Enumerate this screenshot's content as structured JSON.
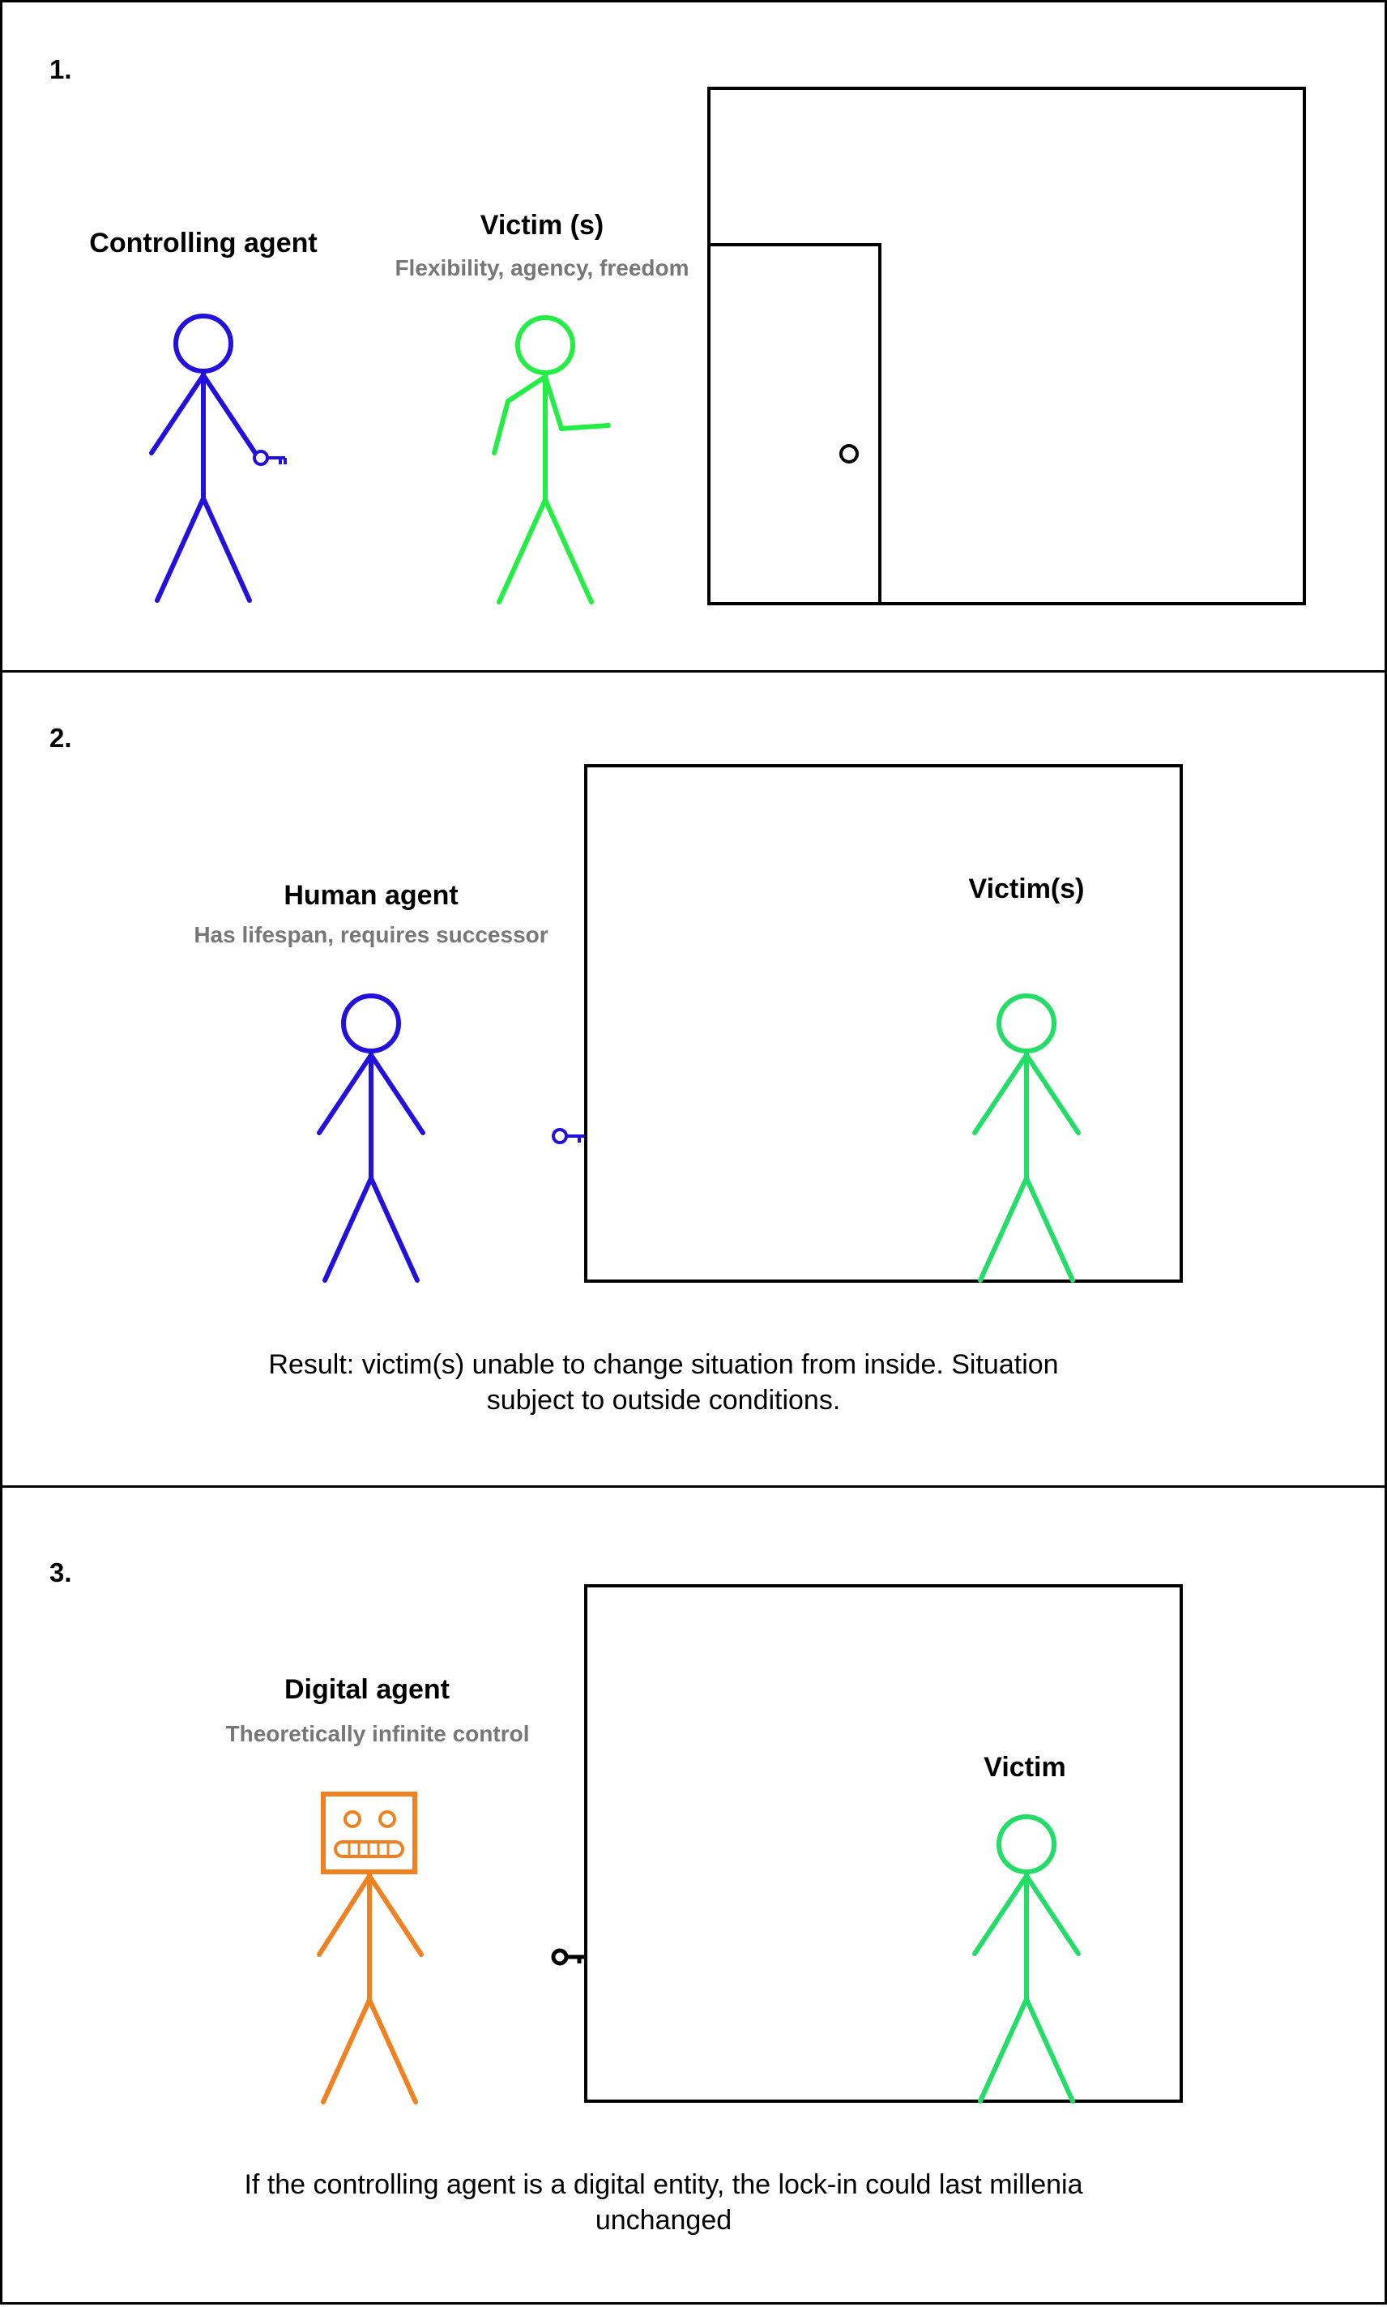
{
  "colors": {
    "controller": "#2211dd",
    "victim": "#22ee44",
    "victim_panel23": "#22dd66",
    "digital_agent": "#f08020",
    "subtitle": "#777777",
    "border": "#000000"
  },
  "panel1": {
    "number": "1.",
    "controller_label": "Controlling agent",
    "victim_label": "Victim (s)",
    "victim_subtitle": "Flexibility, agency, freedom",
    "icons": [
      "controller-stick-figure",
      "key-icon",
      "victim-stick-figure",
      "room",
      "door",
      "door-knob"
    ]
  },
  "panel2": {
    "number": "2.",
    "agent_label": "Human agent",
    "agent_subtitle": "Has lifespan, requires successor",
    "victim_label": "Victim(s)",
    "result_text": "Result: victim(s) unable to change situation from inside. Situation subject to outside conditions.",
    "icons": [
      "human-agent-stick-figure",
      "key-icon",
      "room",
      "victim-stick-figure"
    ]
  },
  "panel3": {
    "number": "3.",
    "agent_label": "Digital agent",
    "agent_subtitle": "Theoretically infinite control",
    "victim_label": "Victim",
    "result_text": "If the controlling agent is a digital entity, the lock-in could last millenia unchanged",
    "icons": [
      "robot-agent-figure",
      "key-icon",
      "room",
      "victim-stick-figure"
    ]
  }
}
